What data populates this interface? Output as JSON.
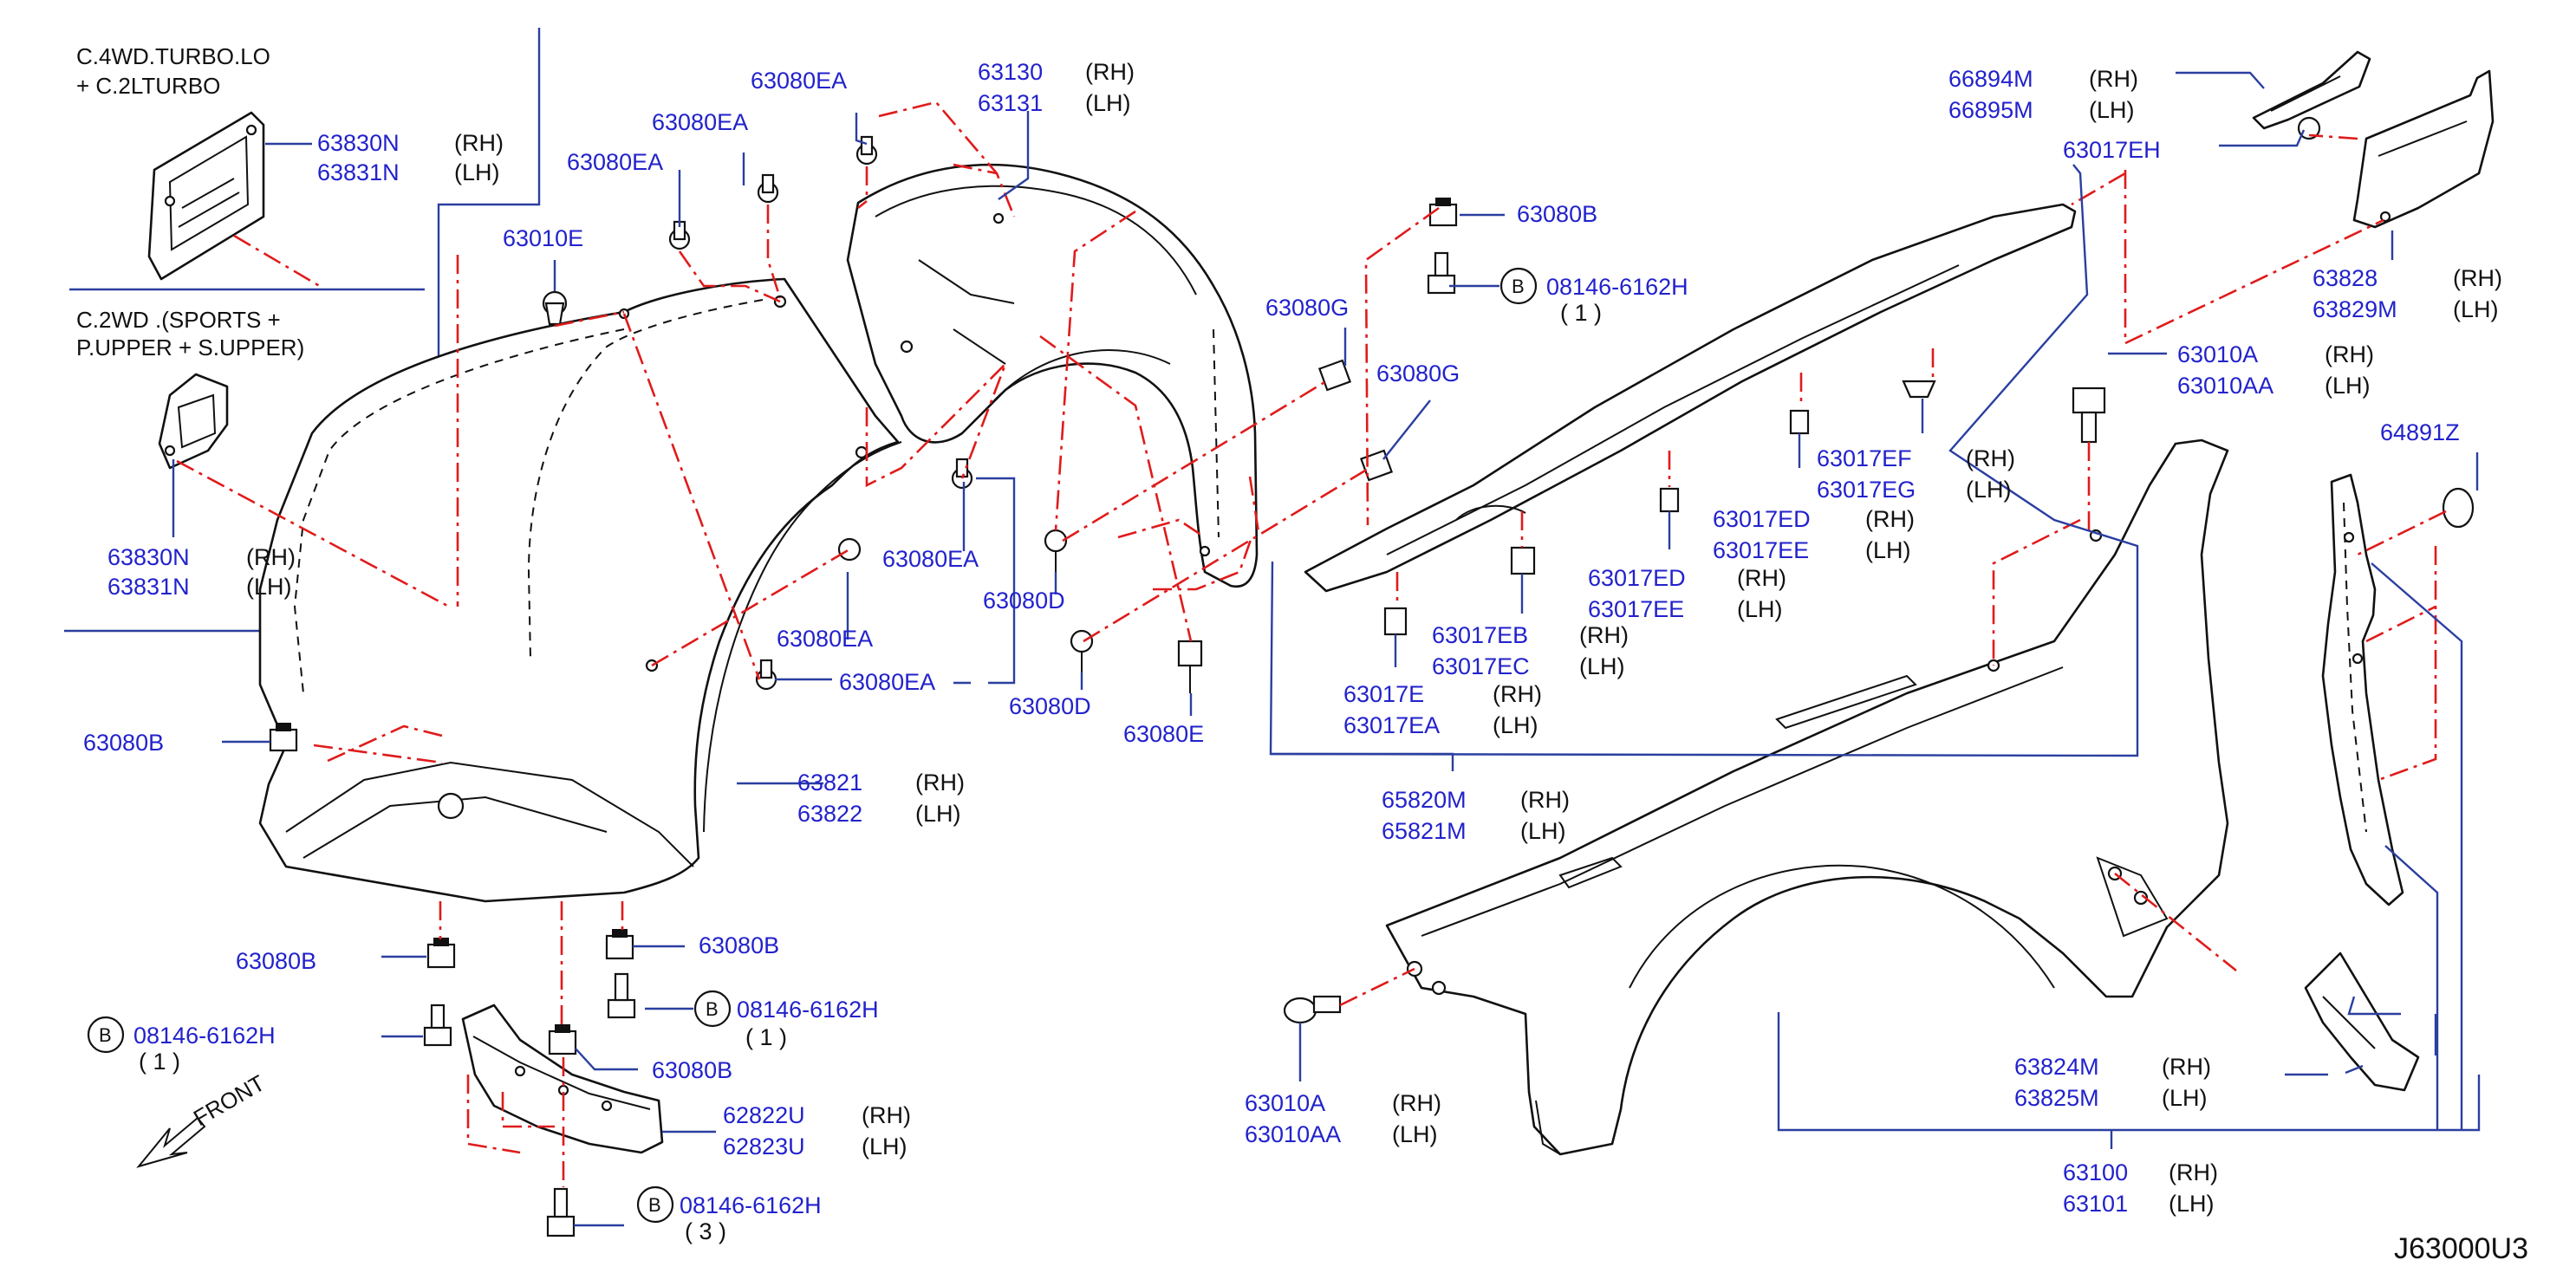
{
  "diagram_code": "J63000U3",
  "notes": {
    "turbo_note_line1": "C.4WD.TURBO.LO",
    "turbo_note_line2": "+    C.2LTURBO",
    "sports_note_line1": "C.2WD   .(SPORTS   +",
    "sports_note_line2": "P.UPPER   +   S.UPPER)"
  },
  "front_label": "FRONT",
  "bolt_marker": "B",
  "labels": [
    {
      "id": "63830n-top",
      "parts": [
        "63830N",
        "63831N"
      ],
      "sides": [
        "(RH)",
        "(LH)"
      ]
    },
    {
      "id": "63830n-bottom",
      "parts": [
        "63830N",
        "63831N"
      ],
      "sides": [
        "(RH)",
        "(LH)"
      ]
    },
    {
      "id": "63010e",
      "parts": [
        "63010E"
      ],
      "sides": []
    },
    {
      "id": "63080ea-1",
      "parts": [
        "63080EA"
      ],
      "sides": []
    },
    {
      "id": "63080ea-2",
      "parts": [
        "63080EA"
      ],
      "sides": []
    },
    {
      "id": "63080ea-3",
      "parts": [
        "63080EA"
      ],
      "sides": []
    },
    {
      "id": "63130",
      "parts": [
        "63130",
        "63131"
      ],
      "sides": [
        "(RH)",
        "(LH)"
      ]
    },
    {
      "id": "63080ea-4",
      "parts": [
        "63080EA"
      ],
      "sides": []
    },
    {
      "id": "63080ea-5",
      "parts": [
        "63080EA"
      ],
      "sides": []
    },
    {
      "id": "63080ea-6",
      "parts": [
        "63080EA"
      ],
      "sides": []
    },
    {
      "id": "63080d-1",
      "parts": [
        "63080D"
      ],
      "sides": []
    },
    {
      "id": "63080d-2",
      "parts": [
        "63080D"
      ],
      "sides": []
    },
    {
      "id": "63080e",
      "parts": [
        "63080E"
      ],
      "sides": []
    },
    {
      "id": "63080g-1",
      "parts": [
        "63080G"
      ],
      "sides": []
    },
    {
      "id": "63080g-2",
      "parts": [
        "63080G"
      ],
      "sides": []
    },
    {
      "id": "63080b-top",
      "parts": [
        "63080B"
      ],
      "sides": []
    },
    {
      "id": "63080b-left",
      "parts": [
        "63080B"
      ],
      "sides": []
    },
    {
      "id": "63080b-low1",
      "parts": [
        "63080B"
      ],
      "sides": []
    },
    {
      "id": "63080b-low2",
      "parts": [
        "63080B"
      ],
      "sides": []
    },
    {
      "id": "63080b-low3",
      "parts": [
        "63080B"
      ],
      "sides": []
    },
    {
      "id": "63821",
      "parts": [
        "63821",
        "63822"
      ],
      "sides": [
        "(RH)",
        "(LH)"
      ]
    },
    {
      "id": "62822u",
      "parts": [
        "62822U",
        "62823U"
      ],
      "sides": [
        "(RH)",
        "(LH)"
      ]
    },
    {
      "id": "66894m",
      "parts": [
        "66894M",
        "66895M"
      ],
      "sides": [
        "(RH)",
        "(LH)"
      ]
    },
    {
      "id": "63017eh",
      "parts": [
        "63017EH"
      ],
      "sides": []
    },
    {
      "id": "63828",
      "parts": [
        "63828",
        "63829M"
      ],
      "sides": [
        "(RH)",
        "(LH)"
      ]
    },
    {
      "id": "63010a-top",
      "parts": [
        "63010A",
        "63010AA"
      ],
      "sides": [
        "(RH)",
        "(LH)"
      ]
    },
    {
      "id": "64891z",
      "parts": [
        "64891Z"
      ],
      "sides": []
    },
    {
      "id": "63017ef",
      "parts": [
        "63017EF",
        "63017EG"
      ],
      "sides": [
        "(RH)",
        "(LH)"
      ]
    },
    {
      "id": "63017ed-1",
      "parts": [
        "63017ED",
        "63017EE"
      ],
      "sides": [
        "(RH)",
        "(LH)"
      ]
    },
    {
      "id": "63017ed-2",
      "parts": [
        "63017ED",
        "63017EE"
      ],
      "sides": [
        "(RH)",
        "(LH)"
      ]
    },
    {
      "id": "63017eb",
      "parts": [
        "63017EB",
        "63017EC"
      ],
      "sides": [
        "(RH)",
        "(LH)"
      ]
    },
    {
      "id": "63017e",
      "parts": [
        "63017E",
        "63017EA"
      ],
      "sides": [
        "(RH)",
        "(LH)"
      ]
    },
    {
      "id": "65820m",
      "parts": [
        "65820M",
        "65821M"
      ],
      "sides": [
        "(RH)",
        "(LH)"
      ]
    },
    {
      "id": "63010a-bottom",
      "parts": [
        "63010A",
        "63010AA"
      ],
      "sides": [
        "(RH)",
        "(LH)"
      ]
    },
    {
      "id": "63824m",
      "parts": [
        "63824M",
        "63825M"
      ],
      "sides": [
        "(RH)",
        "(LH)"
      ]
    },
    {
      "id": "63100",
      "parts": [
        "63100",
        "63101"
      ],
      "sides": [
        "(RH)",
        "(LH)"
      ]
    }
  ],
  "bolts": [
    {
      "id": "bolt-top",
      "part": "08146-6162H",
      "qty": "( 1 )"
    },
    {
      "id": "bolt-mid",
      "part": "08146-6162H",
      "qty": "( 1 )"
    },
    {
      "id": "bolt-left",
      "part": "08146-6162H",
      "qty": "( 1 )"
    },
    {
      "id": "bolt-bottom",
      "part": "08146-6162H",
      "qty": "( 3 )"
    }
  ]
}
